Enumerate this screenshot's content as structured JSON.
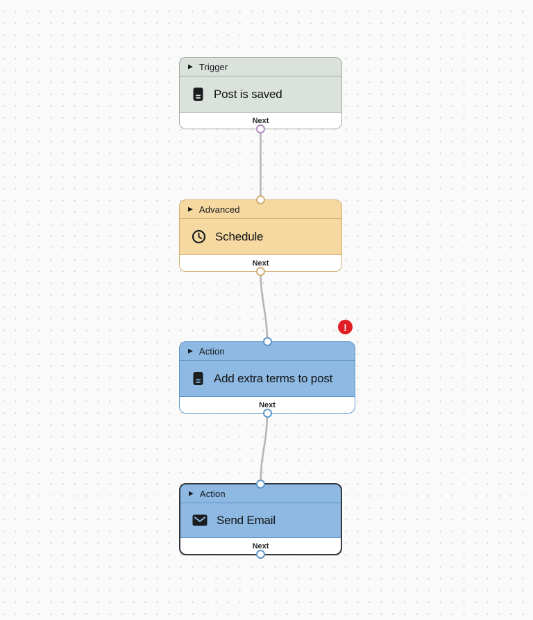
{
  "canvas": {
    "background_color": "#fafafa",
    "dot_color": "#d8d8d8",
    "edge_color": "#b5b5b5"
  },
  "glyphs": {
    "collapse_triangle": "▶"
  },
  "nodes": [
    {
      "category_label": "Trigger",
      "title": "Post is saved",
      "icon": "document-icon",
      "footer_label": "Next",
      "selected": false,
      "has_error": false,
      "colors": {
        "bg": "#dbe2dc",
        "border": "#a2aaa2",
        "port": "#b28cc1"
      }
    },
    {
      "category_label": "Advanced",
      "title": "Schedule",
      "icon": "clock-icon",
      "footer_label": "Next",
      "selected": false,
      "has_error": false,
      "colors": {
        "bg": "#f6d9a1",
        "border": "#d2ae74",
        "port": "#d2ae74"
      }
    },
    {
      "category_label": "Action",
      "title": "Add extra terms to post",
      "icon": "document-icon",
      "footer_label": "Next",
      "selected": false,
      "has_error": true,
      "colors": {
        "bg": "#8db9e2",
        "border": "#5f96c7",
        "port": "#5f96c7"
      }
    },
    {
      "category_label": "Action",
      "title": "Send Email",
      "icon": "envelope-icon",
      "footer_label": "Next",
      "selected": true,
      "has_error": false,
      "colors": {
        "bg": "#8db9e2",
        "border": "#5f96c7",
        "port": "#5f96c7",
        "selected_border": "#33383d"
      }
    }
  ],
  "error_badge": {
    "symbol": "!",
    "background_color": "#e01e23",
    "symbol_color": "#ffffff"
  }
}
